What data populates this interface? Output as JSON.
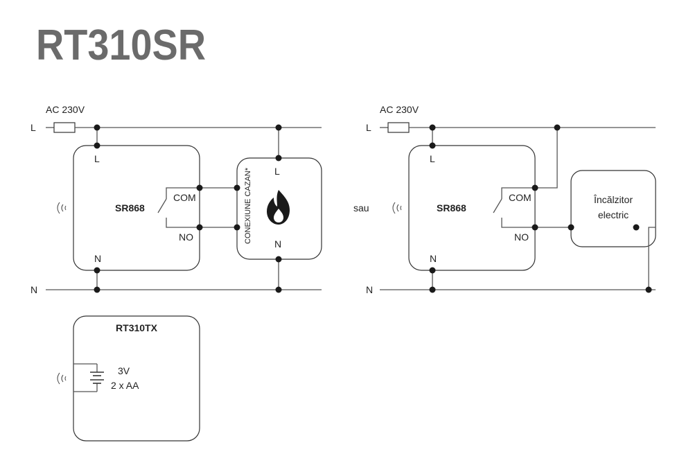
{
  "title": "RT310SR",
  "left_diagram": {
    "supply": "AC 230V",
    "line_label": "L",
    "neutral_label": "N",
    "receiver": {
      "name": "SR868",
      "term_L": "L",
      "term_N": "N",
      "term_COM": "COM",
      "term_NO": "NO"
    },
    "boiler": {
      "name": "CONEXIUNE CAZAN*",
      "term_L": "L",
      "term_N": "N",
      "icon": "flame-icon"
    }
  },
  "separator": "sau",
  "right_diagram": {
    "supply": "AC 230V",
    "line_label": "L",
    "neutral_label": "N",
    "receiver": {
      "name": "SR868",
      "term_L": "L",
      "term_N": "N",
      "term_COM": "COM",
      "term_NO": "NO"
    },
    "heater": {
      "line1": "Încălzitor",
      "line2": "electric"
    }
  },
  "transmitter": {
    "name": "RT310TX",
    "battery_voltage": "3V",
    "battery_type": "2 x AA"
  }
}
